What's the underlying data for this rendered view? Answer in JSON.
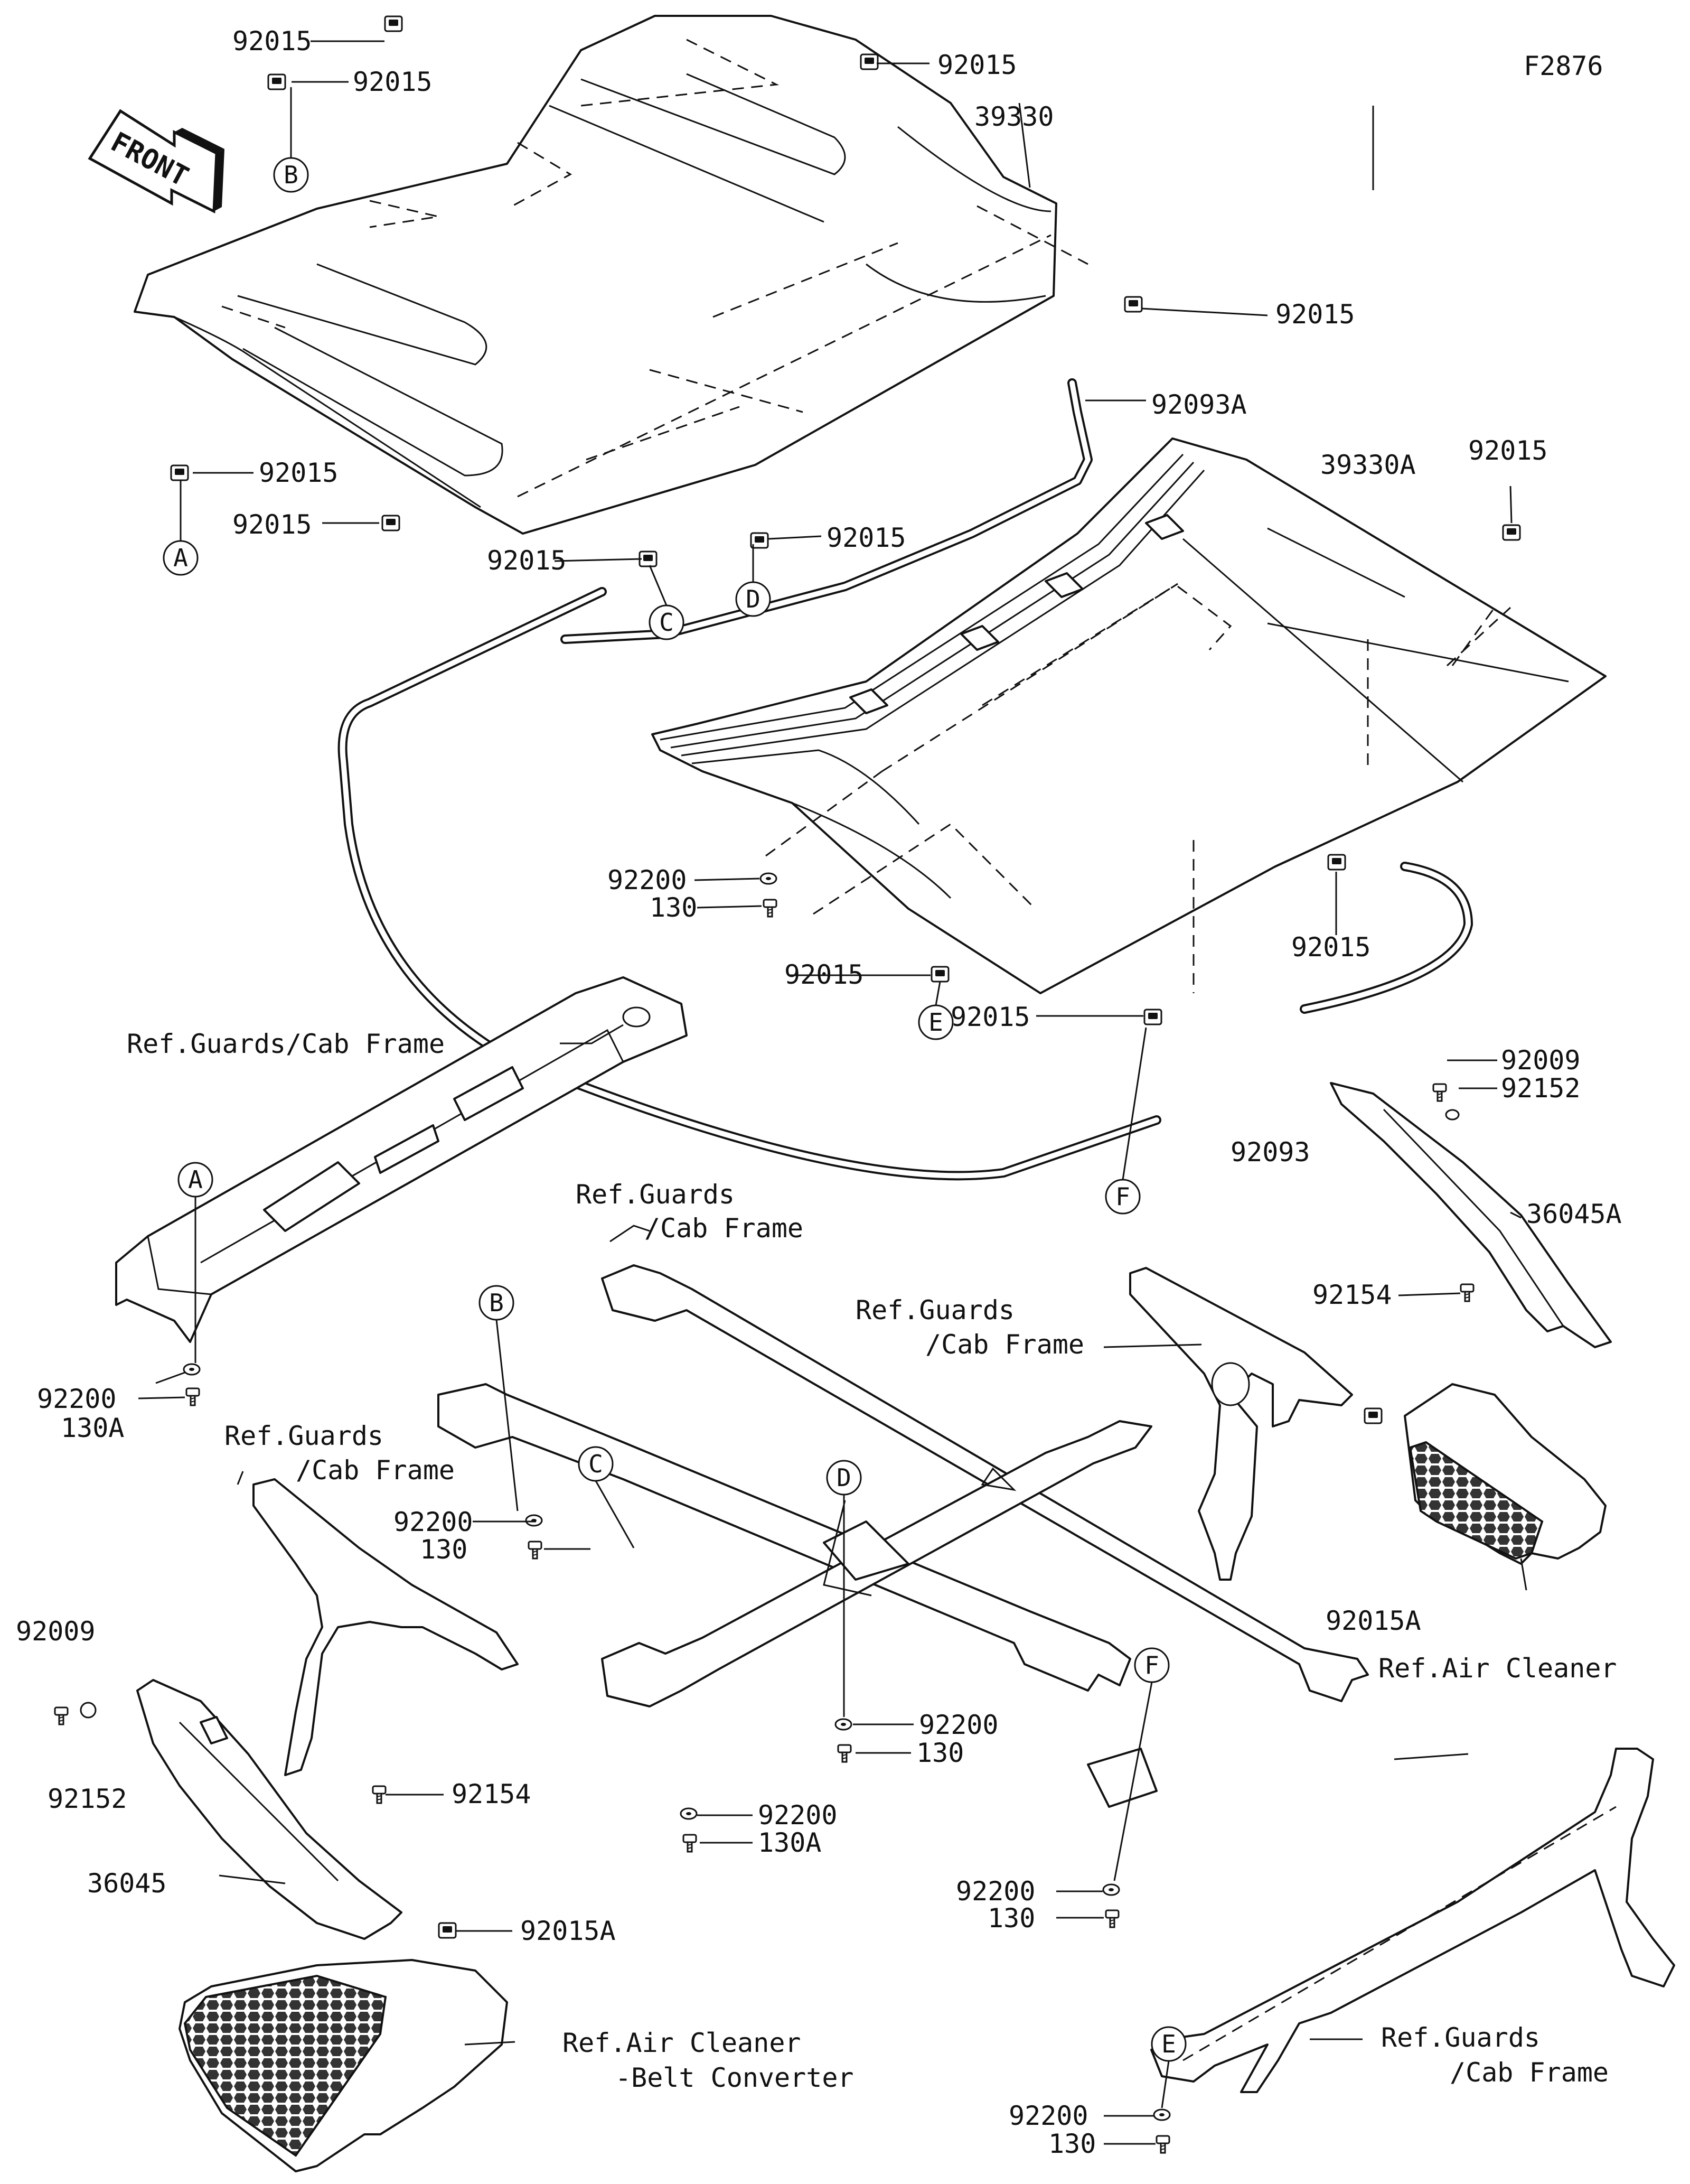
{
  "figure_code": "F2876",
  "front_arrow": {
    "text": "FRONT",
    "icon": "front-arrow-icon"
  },
  "ref_labels": {
    "guards_top": "Ref.Guards/Cab Frame",
    "guards_center_1": "Ref.Guards",
    "guards_center_2": "/Cab Frame",
    "guards_right_1": "Ref.Guards",
    "guards_right_2": "/Cab Frame",
    "guards_left_1": "Ref.Guards",
    "guards_left_2": "/Cab Frame",
    "guards_bottom_1": "Ref.Guards",
    "guards_bottom_2": "/Cab Frame",
    "air_cleaner": "Ref.Air Cleaner",
    "air_cleaner_belt_1": "Ref.Air Cleaner",
    "air_cleaner_belt_2": "-Belt Converter"
  },
  "part_numbers": {
    "p92015": "92015",
    "p39330": "39330",
    "p39330A": "39330A",
    "p92093A": "92093A",
    "p92093": "92093",
    "p92200": "92200",
    "p130": "130",
    "p130A": "130A",
    "p92009": "92009",
    "p92152": "92152",
    "p36045A": "36045A",
    "p36045": "36045",
    "p92154": "92154",
    "p92015A": "92015A"
  },
  "reference_letters": [
    "A",
    "B",
    "C",
    "D",
    "E",
    "F"
  ]
}
